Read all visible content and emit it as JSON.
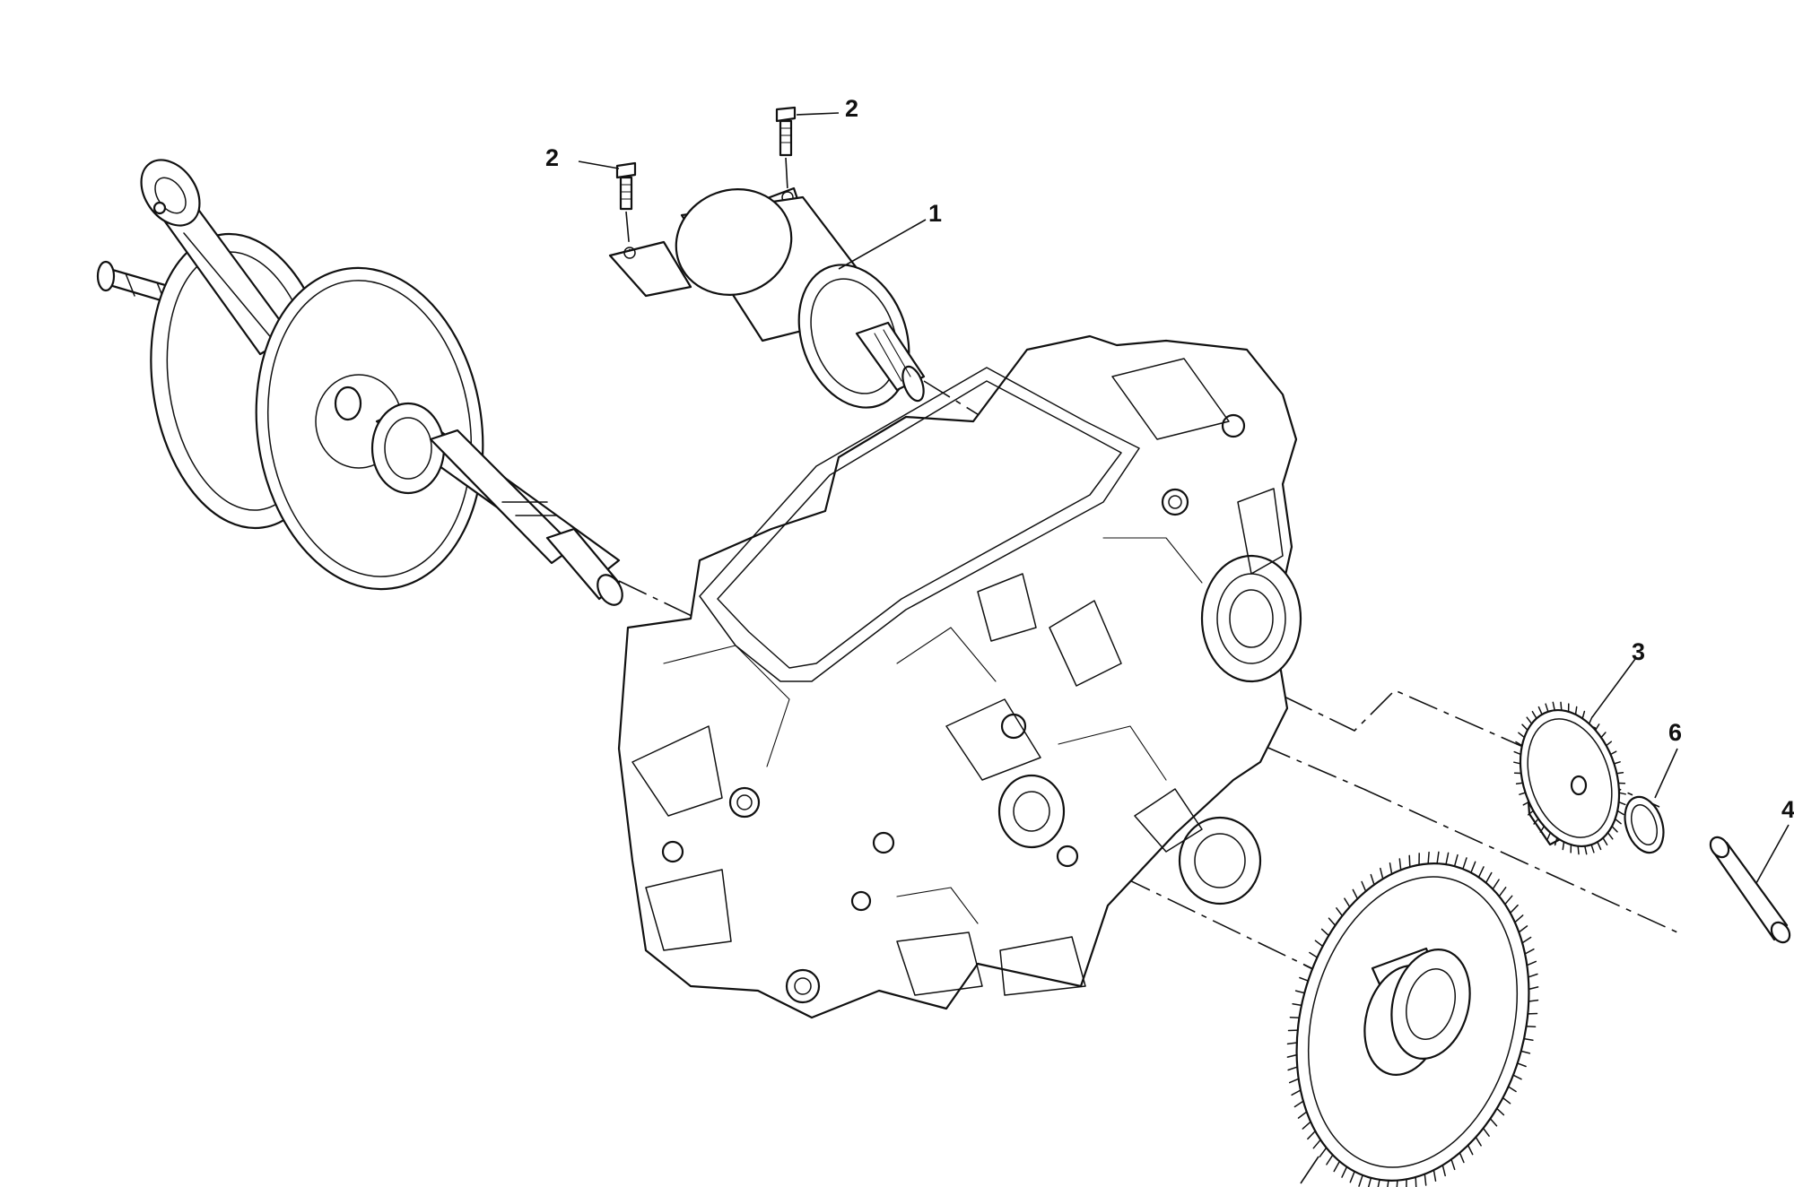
{
  "diagram": {
    "callouts": [
      {
        "id": "starter-motor",
        "label": "1"
      },
      {
        "id": "bolt-left",
        "label": "2"
      },
      {
        "id": "bolt-right",
        "label": "2"
      },
      {
        "id": "small-idler-gear",
        "label": "3"
      },
      {
        "id": "gear-shaft-pin",
        "label": "4"
      },
      {
        "id": "washer",
        "label": "6"
      }
    ],
    "colors": {
      "line": "#111111",
      "background": "#ffffff"
    }
  }
}
